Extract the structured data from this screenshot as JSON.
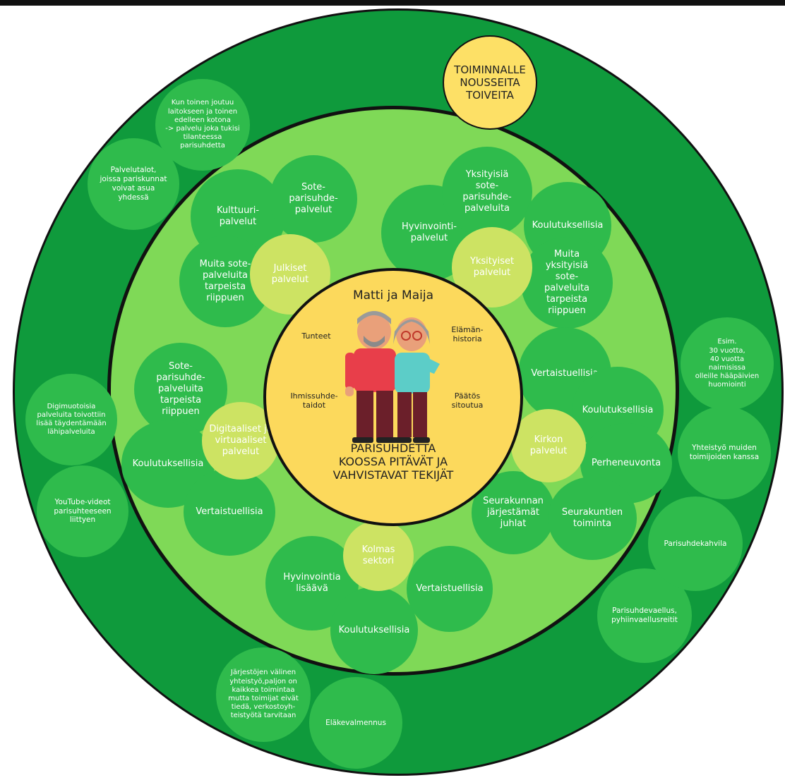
{
  "colors": {
    "outer_ring": "#0f9a3c",
    "middle_ring": "#7fd957",
    "center": "#fcd95c",
    "bubble_green": "#2fbb4c",
    "bubble_pale": "#cde363",
    "wish_bubble": "#fde066",
    "outline": "#111111"
  },
  "center": {
    "names": "Matti ja Maija",
    "factors": [
      "Tunteet",
      "Elämän-\nhistoria",
      "Ihmissuhde-\ntaidot",
      "Päätös\nsitoutua"
    ],
    "title": "PARISUHDETTA\nKOOSSA PITÄVÄT JA\nVAHVISTAVAT TEKIJÄT",
    "illustration_icon": "elderly-couple-icon"
  },
  "outer_ring_title": "TOIMINNALLE\nNOUSSEITA\nTOIVEITA",
  "outer_bubbles": [
    "Kun toinen joutuu\nlaitokseen ja toinen\nedelleen kotona\n-> palvelu joka tukisi\ntilanteessa\nparisuhdetta",
    "Palvelutalot,\njoissa pariskunnat\nvoivat asua\nyhdessä",
    "Digimuotoisia\npalveluita toivottiin\nlisää täydentämään\nlähipalveluita",
    "YouTube-videot\nparisuhteeseen\nliittyen",
    "Järjestöjen välinen\nyhteistyö,paljon on\nkaikkea toimintaa\nmutta toimijat eivät\ntiedä, verkostoyh-\nteistyötä tarvitaan",
    "Eläkevalmennus",
    "Parisuhdevaellus,\npyhiinvaellusreitit",
    "Parisuhdekahvila",
    "Yhteistyö muiden\ntoimijoiden kanssa",
    "Esim.\n30 vuotta,\n40 vuotta\nnaimisissa\nolleille hääpäivien\nhuomiointi"
  ],
  "sectors": {
    "public": {
      "label": "Julkiset\npalvelut",
      "items": [
        "Kulttuuri-\npalvelut",
        "Sote-\nparisuhde-\npalvelut",
        "Muita sote-\npalveluita\ntarpeista\nriippuen"
      ]
    },
    "private": {
      "label": "Yksityiset\npalvelut",
      "items": [
        "Yksityisiä\nsote-\nparisuhde-\npalveluita",
        "Hyvinvointi-\npalvelut",
        "Koulutuksellisia",
        "Muita\nyksityisiä\nsote-\npalveluita\ntarpeista\nriippuen"
      ]
    },
    "digital": {
      "label": "Digitaaliset ja\nvirtuaaliset\npalvelut",
      "items": [
        "Sote-\nparisuhde-\npalveluita\ntarpeista\nriippuen",
        "Koulutuksellisia",
        "Vertaistuellisia"
      ]
    },
    "church": {
      "label": "Kirkon\npalvelut",
      "items": [
        "Vertaistuellisia",
        "Koulutuksellisia",
        "Perheneuvonta",
        "Seurakunnan\njärjestämät\njuhlat",
        "Seurakuntien\ntoiminta"
      ]
    },
    "third": {
      "label": "Kolmas\nsektori",
      "items": [
        "Hyvinvointia\nlisäävä",
        "Vertaistuellisia",
        "Koulutuksellisia"
      ]
    }
  }
}
